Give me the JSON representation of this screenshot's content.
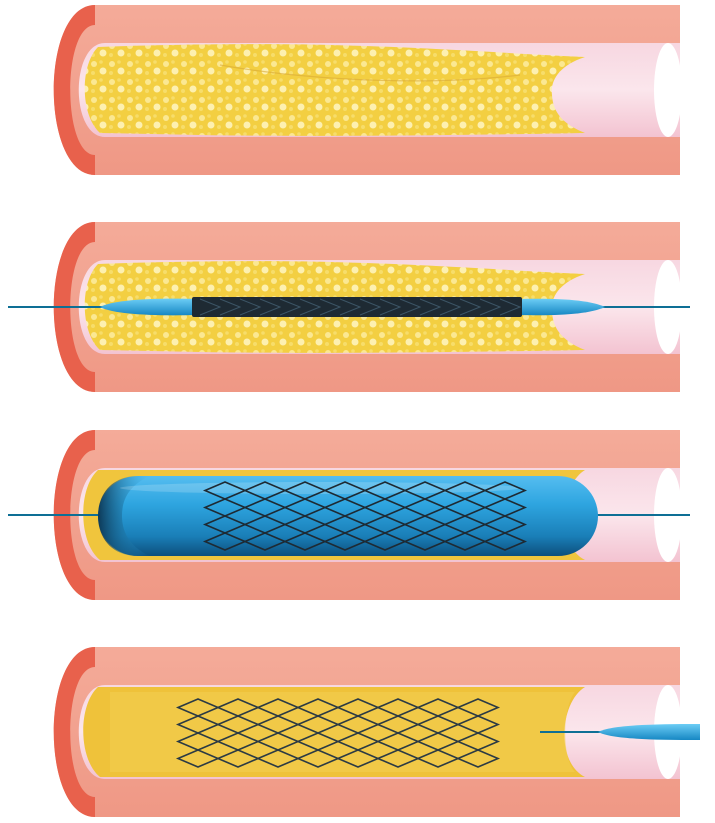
{
  "colors": {
    "vessel_wall": "#f2a08e",
    "vessel_rim": "#e8614c",
    "vessel_lumen": "#f5c9d6",
    "plaque": "#f3cf42",
    "plaque_light": "#fbe892",
    "plaque_compressed": "#efc23a",
    "balloon": "#2ea5e0",
    "balloon_dark": "#0d4f7c",
    "stent_wire": "#1e2a33",
    "guidewire": "#0e6f95",
    "background": "#ffffff"
  },
  "panels": [
    {
      "stage": "narrowed-artery-with-plaque",
      "has_catheter": false,
      "has_balloon": false,
      "stent": "none"
    },
    {
      "stage": "catheter-with-crimped-stent-inserted",
      "has_catheter": true,
      "has_balloon": false,
      "stent": "crimped"
    },
    {
      "stage": "balloon-inflated-stent-expanded",
      "has_catheter": true,
      "has_balloon": true,
      "stent": "expanded"
    },
    {
      "stage": "stent-deployed-catheter-withdrawn",
      "has_catheter": true,
      "has_balloon": false,
      "stent": "deployed"
    }
  ]
}
